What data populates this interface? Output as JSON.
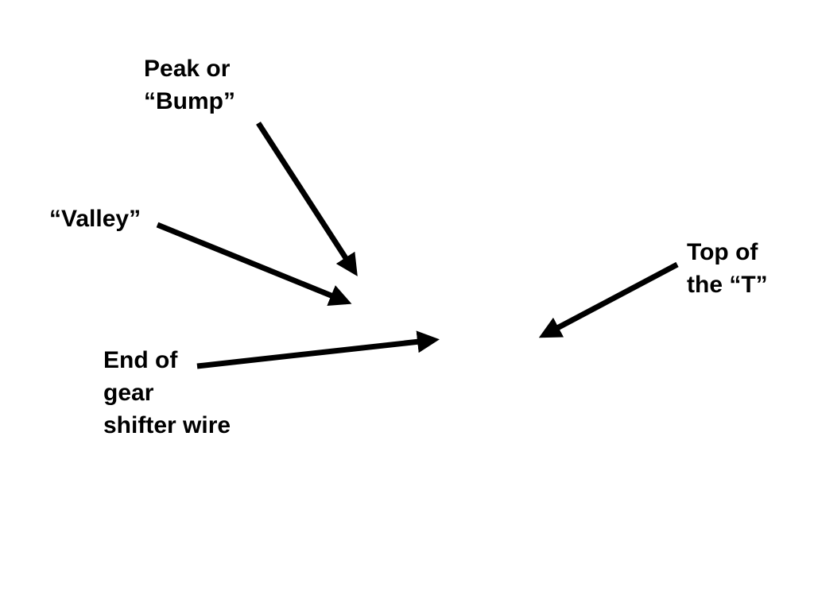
{
  "labels": {
    "peak": [
      "Peak or",
      "“Bump”"
    ],
    "valley": [
      "“Valley”"
    ],
    "top_of_t": [
      "Top of",
      "the “T”"
    ],
    "end_of_wire": [
      "End of",
      "gear",
      "shifter wire"
    ]
  },
  "colors": {
    "background": "#ffffff",
    "text": "#000000",
    "arrow": "#000000"
  }
}
